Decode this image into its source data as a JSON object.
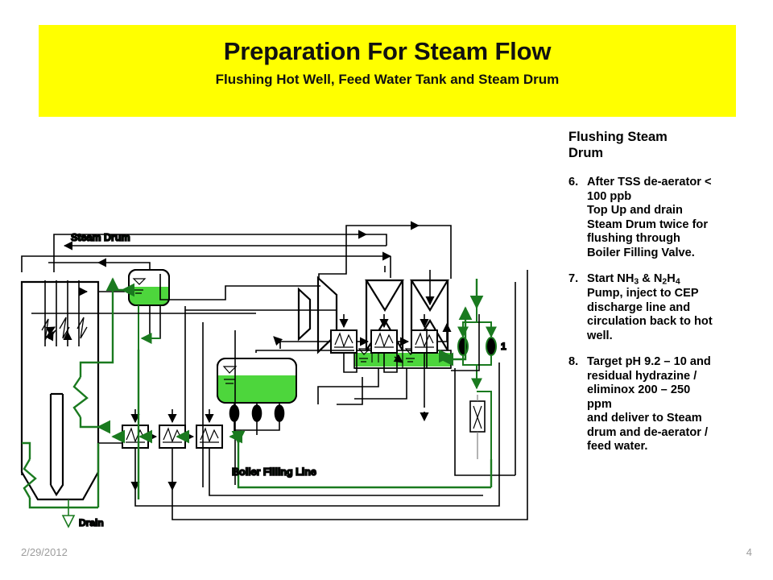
{
  "slide": {
    "title": "Preparation For Steam Flow",
    "subtitle": "Flushing Hot Well, Feed Water Tank and Steam Drum",
    "banner_color": "#FFFF00"
  },
  "notes": {
    "heading": "Flushing Steam Drum",
    "items": [
      {
        "number": "6.",
        "text_lines": [
          "After TSS de-aerator <",
          "100 ppb",
          "Top Up and drain",
          "Steam Drum twice for",
          "flushing through",
          "Boiler Filling Valve."
        ]
      },
      {
        "number": "7.",
        "text_lines": [
          "Start NH3 & N2H4",
          "Pump, inject to CEP",
          "discharge line and",
          "circulation back to hot",
          "well."
        ],
        "formulas": [
          "NH3",
          "N2H4"
        ]
      },
      {
        "number": "8.",
        "text_lines": [
          "Target pH 9.2 – 10 and",
          "residual hydrazine /",
          "eliminox 200 – 250",
          "ppm",
          "and deliver to Steam",
          "drum and de-aerator /",
          "feed water."
        ]
      }
    ]
  },
  "diagram": {
    "labels": {
      "steam_drum": "Steam Drum",
      "boiler_filling_line": "Boiler Filling Line",
      "drain": "Drain",
      "pump_tag": "1"
    },
    "colors": {
      "pipe_black": "#000000",
      "pipe_green": "#1a7a1f",
      "liquid_green": "#4DD63C",
      "label_green": "#1a7a1f"
    },
    "components": [
      "boiler-furnace",
      "steam-drum-vessel",
      "hp-turbine-stage",
      "ip-turbine-stage",
      "lp-turbine-stage-1",
      "lp-turbine-stage-2",
      "condenser-hotwell-1",
      "condenser-hotwell-2",
      "feed-water-tank",
      "cep-pump-1",
      "cep-pump-2",
      "cep-pump-3",
      "dosing-pump-1",
      "dosing-pump-2",
      "heat-exchanger-upper-1",
      "heat-exchanger-upper-2",
      "heat-exchanger-upper-3",
      "heat-exchanger-lower-1",
      "heat-exchanger-lower-2",
      "heat-exchanger-lower-3",
      "dosing-valve",
      "drain-valve"
    ]
  },
  "footer": {
    "date": "2/29/2012",
    "page": "4"
  }
}
